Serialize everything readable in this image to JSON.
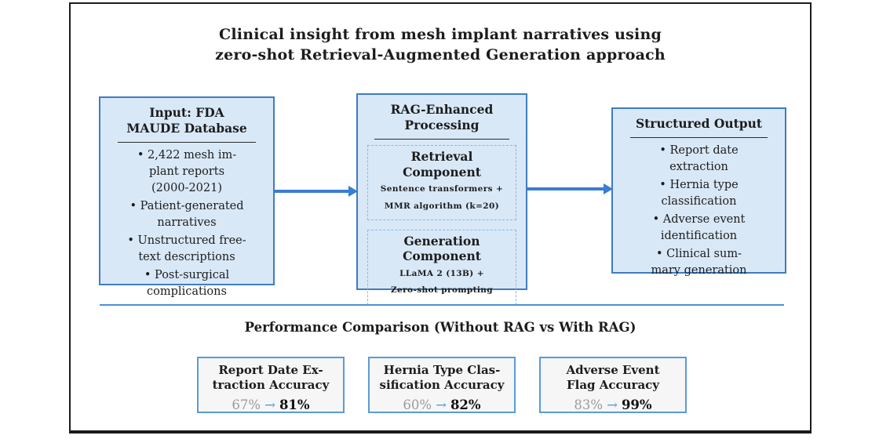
{
  "page": {
    "title": "Clinical insight from mesh implant narratives using\nzero-shot Retrieval-Augmented Generation approach"
  },
  "flow": {
    "input_box": {
      "title": "Input: FDA\nMAUDE Database",
      "items": [
        "• 2,422 mesh im-\nplant reports\n(2000-2021)",
        "• Patient-generated\nnarratives",
        "• Unstructured free-\ntext descriptions",
        "• Post-surgical\ncomplications"
      ]
    },
    "processing_box": {
      "title": "RAG-Enhanced\nProcessing",
      "components": [
        {
          "title": "Retrieval\nComponent",
          "detail": "Sentence transformers +\nMMR algorithm (k=20)"
        },
        {
          "title": "Generation\nComponent",
          "detail": "LLaMA 2 (13B) +\nZero-shot prompting"
        }
      ]
    },
    "output_box": {
      "title": "Structured Output",
      "items": [
        "• Report date\nextraction",
        "• Hernia type\nclassification",
        "• Adverse event\nidentification",
        "• Clinical sum-\nmary generation"
      ]
    }
  },
  "performance": {
    "heading": "Performance Comparison (Without RAG vs With RAG)",
    "metrics": [
      {
        "title": "Report Date Ex-\ntraction Accuracy",
        "before": "67%",
        "arrow": "→",
        "after": "81%"
      },
      {
        "title": "Hernia Type Clas-\nsification Accuracy",
        "before": "60%",
        "arrow": "→",
        "after": "82%"
      },
      {
        "title": "Adverse Event\nFlag Accuracy",
        "before": "83%",
        "arrow": "→",
        "after": "99%"
      }
    ]
  },
  "colors": {
    "box_fill": "#d9e8f7",
    "box_border": "#3f7cc1",
    "dashed_border": "#8ab6e2",
    "arrow_blue": "#3a7dd2",
    "divider_blue": "#4a90d9",
    "metric_border": "#5b9bd5",
    "metric_fill": "#f6f6f6",
    "muted_gray": "#9b9b9b",
    "frame": "#1b1b1b"
  }
}
